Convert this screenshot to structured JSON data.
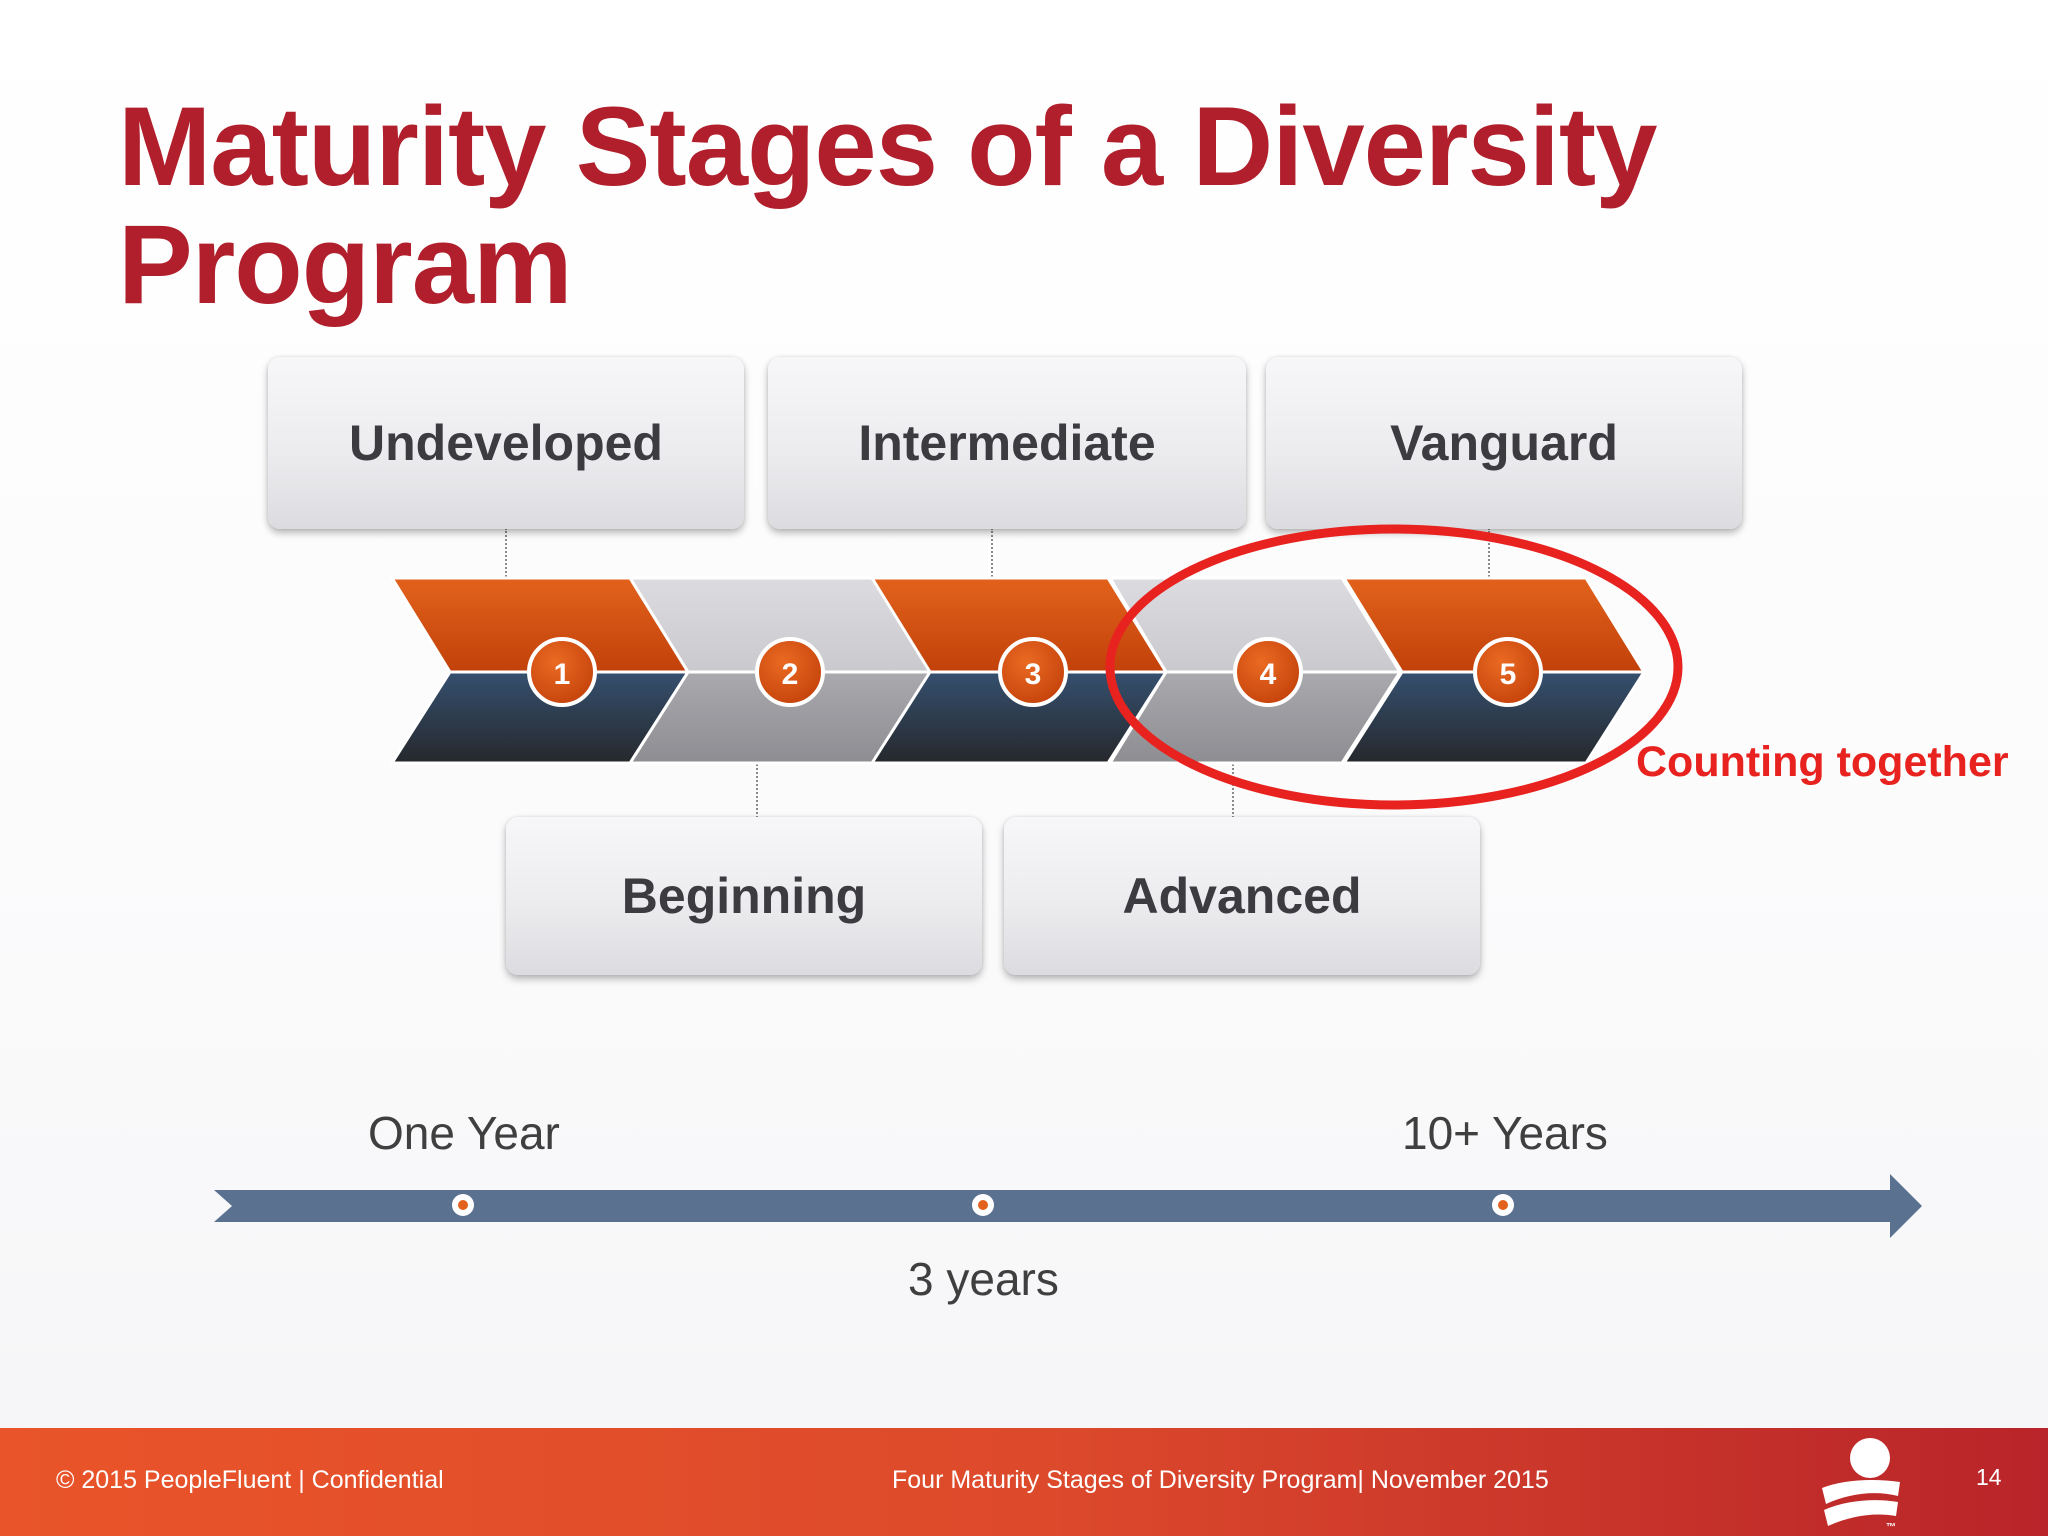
{
  "title": "Maturity Stages of a Diversity Program",
  "stages_top": [
    {
      "label": "Undeveloped"
    },
    {
      "label": "Intermediate"
    },
    {
      "label": "Vanguard"
    }
  ],
  "stages_bottom": [
    {
      "label": "Beginning"
    },
    {
      "label": "Advanced"
    }
  ],
  "steps": [
    "1",
    "2",
    "3",
    "4",
    "5"
  ],
  "callout": {
    "label": "Counting together",
    "color": "#e8231f"
  },
  "timeline": {
    "label_start": "One Year",
    "label_middle": "3 years",
    "label_end": "10+ Years",
    "color": "#5a7190"
  },
  "footer": {
    "copyright": "© 2015 PeopleFluent | Confidential",
    "center": "Four Maturity Stages of Diversity Program| November 2015",
    "page_number": "14",
    "logo_mark": "™"
  },
  "colors": {
    "title": "#b01f2b",
    "orange": "#d24a0e",
    "navy": "#2d4766",
    "gray_box": "#e8e8eb",
    "badge": "#d24a0e"
  }
}
